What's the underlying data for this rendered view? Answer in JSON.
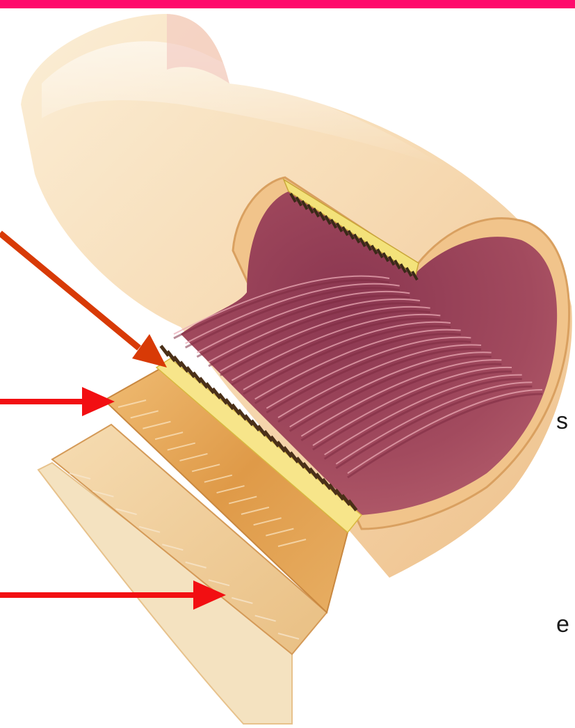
{
  "colors": {
    "top_bar": "#ff0a6c",
    "upper_arrow": "#d83a06",
    "lower_arrows": "#f20f12",
    "serosa": "#f6d9ad",
    "mucosa": "#a44a5a",
    "villi": "#f3e27a",
    "muscle": "#e2a14a",
    "outer_muscle": "#eec99a"
  },
  "arrows": [
    {
      "name": "arrow-to-villi",
      "color_key": "upper_arrow"
    },
    {
      "name": "arrow-to-circular-muscle",
      "color_key": "lower_arrows"
    },
    {
      "name": "arrow-to-longitudinal-muscle",
      "color_key": "lower_arrows"
    }
  ],
  "labels": {
    "middle_fragment": "s",
    "lower_fragment": "e"
  }
}
